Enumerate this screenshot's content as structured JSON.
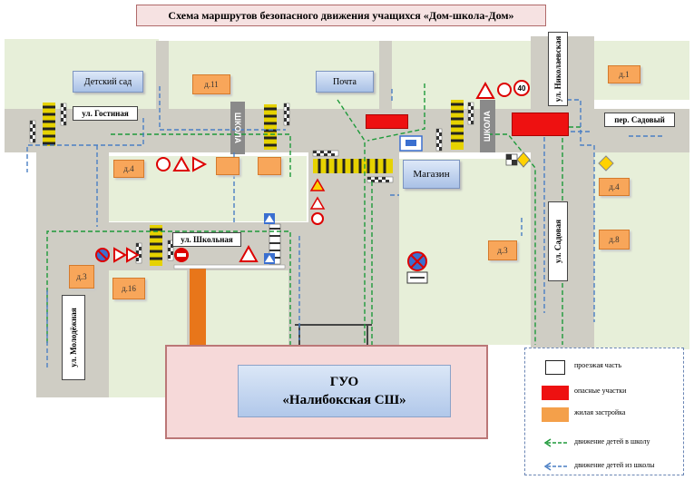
{
  "title": "Схема маршрутов безопасного движения учащихся «Дом-школа-Дом»",
  "school": {
    "line1": "ГУО",
    "line2": "«Налибокская СШ»"
  },
  "buildings": {
    "kindergarten": "Детский сад",
    "post": "Почта",
    "shop": "Магазин"
  },
  "houses": {
    "h_d11": "д.11",
    "h_d1": "д.1",
    "h_d4_left": "д.4",
    "h_d4_right": "д.4",
    "h_d3_mid": "д.3",
    "h_d8": "д.8",
    "h_d3_left": "д.3",
    "h_d16": "д.16"
  },
  "streets": {
    "gostinaya": "ул. Гостиная",
    "shkolnaya": "ул. Школьная",
    "sadovy_lane": "пер. Садовый",
    "nikolaevskaya": "ул. Николаевская",
    "sadovaya": "ул. Садовая",
    "molodezhnaya": "ул. Молодёжная"
  },
  "road_marks": {
    "shkola_left": "ШКОЛА",
    "shkola_right": "ШКОЛА"
  },
  "legend": {
    "roadway": "проезжая часть",
    "danger": "опасные участки",
    "housing": "жилая застройка",
    "to_school": "движение детей в школу",
    "from_school": "движение детей из школы"
  },
  "colors": {
    "road": "#cfcdc4",
    "green": "#e6efd9",
    "house": "#f8a65a",
    "danger": "#ee1111",
    "route_to_school": "#1e9a3a",
    "route_from_school": "#4a7fc4",
    "school_fill": "#f6d9d9"
  },
  "icons": [
    "pedestrian-crossing-sign",
    "children-warning-sign",
    "no-stopping-sign",
    "no-entry-sign",
    "speed-limit-40-sign",
    "bus-stop-sign",
    "priority-road-sign",
    "road-narrowing-sign"
  ]
}
